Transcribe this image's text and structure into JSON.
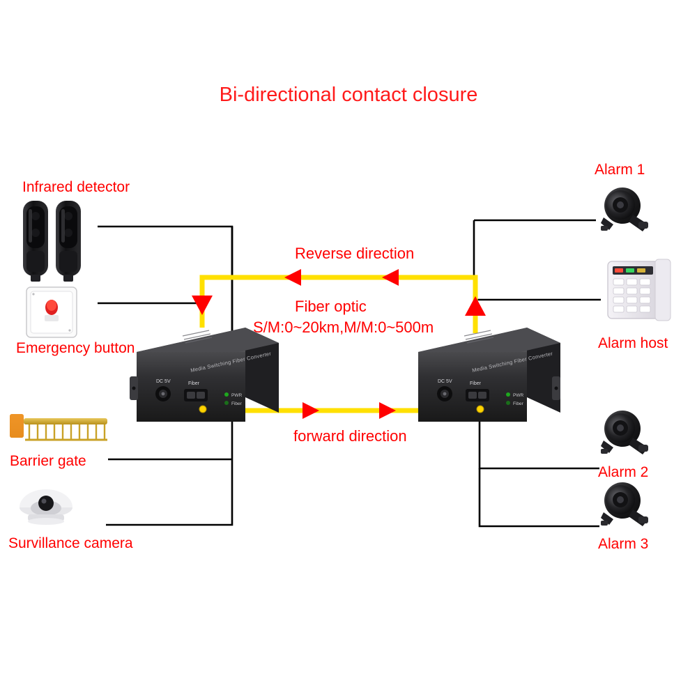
{
  "title": "Bi-directional contact closure",
  "labels": {
    "infrared_detector": "Infrared detector",
    "emergency_button": "Emergency button",
    "barrier_gate": "Barrier gate",
    "surveillance_camera": "Survillance camera",
    "alarm1": "Alarm 1",
    "alarm_host": "Alarm host",
    "alarm2": "Alarm 2",
    "alarm3": "Alarm 3",
    "reverse_direction": "Reverse direction",
    "fiber_optic": "Fiber optic",
    "fiber_spec": "S/M:0~20km,M/M:0~500m",
    "forward_direction": "forward direction"
  },
  "devices": {
    "left_converter": {
      "brand_text": "Media Switching Fiber Converter",
      "port_dc": "DC 5V",
      "port_fiber": "Fiber",
      "led_pwr": "PWR",
      "led_fiber": "Fiber"
    },
    "right_converter": {
      "brand_text": "Media Switching Fiber Converter",
      "port_dc": "DC 5V",
      "port_fiber": "Fiber",
      "led_pwr": "PWR",
      "led_fiber": "Fiber"
    }
  },
  "colors": {
    "text_red": "#ff0000",
    "title_red": "#ff1a1a",
    "fiber_yellow": "#ffe000",
    "wire_black": "#000000",
    "device_body": "#2b2b2d",
    "barrier_gold": "#c9a227",
    "barrier_orange": "#f08c1e"
  }
}
